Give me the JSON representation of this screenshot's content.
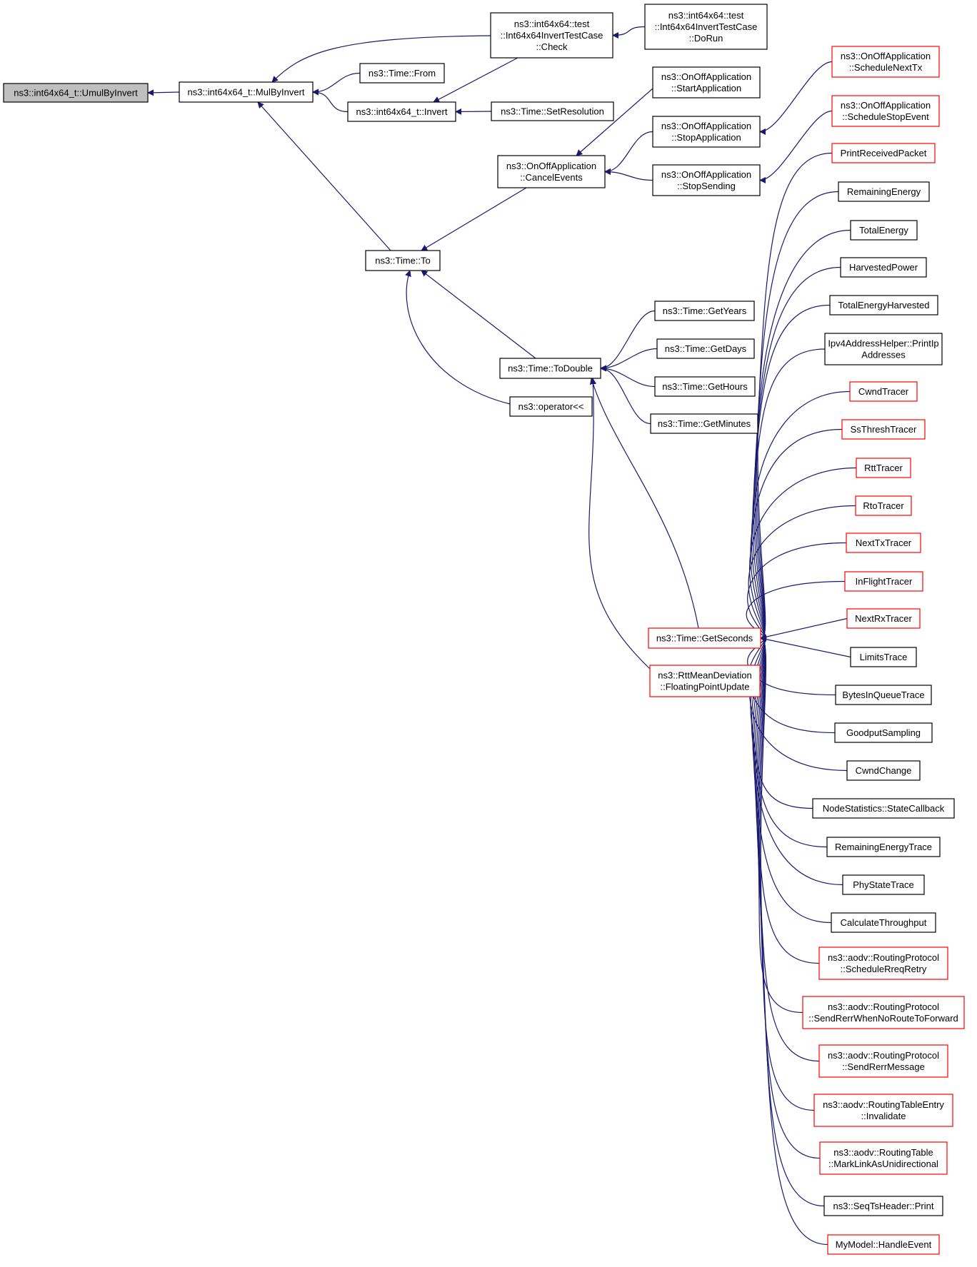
{
  "colors": {
    "edge": "#191970",
    "root_fill": "#bfbfbf",
    "normal_border": "#000000",
    "truncated_border": "#ff0000"
  },
  "nodes": [
    {
      "id": "root",
      "lines": [
        "ns3::int64x64_t::UmulByInvert"
      ],
      "style": "root"
    },
    {
      "id": "mulbyinvert",
      "lines": [
        "ns3::int64x64_t::MulByInvert"
      ],
      "style": "normal"
    },
    {
      "id": "check",
      "lines": [
        "ns3::int64x64::test",
        "::Int64x64InvertTestCase",
        "::Check"
      ],
      "style": "normal"
    },
    {
      "id": "dorun",
      "lines": [
        "ns3::int64x64::test",
        "::Int64x64InvertTestCase",
        "::DoRun"
      ],
      "style": "normal"
    },
    {
      "id": "from",
      "lines": [
        "ns3::Time::From"
      ],
      "style": "normal"
    },
    {
      "id": "invert",
      "lines": [
        "ns3::int64x64_t::Invert"
      ],
      "style": "normal"
    },
    {
      "id": "setres",
      "lines": [
        "ns3::Time::SetResolution"
      ],
      "style": "normal"
    },
    {
      "id": "startapp",
      "lines": [
        "ns3::OnOffApplication",
        "::StartApplication"
      ],
      "style": "normal"
    },
    {
      "id": "schednexttx",
      "lines": [
        "ns3::OnOffApplication",
        "::ScheduleNextTx"
      ],
      "style": "truncated"
    },
    {
      "id": "stopapp",
      "lines": [
        "ns3::OnOffApplication",
        "::StopApplication"
      ],
      "style": "normal"
    },
    {
      "id": "schedstop",
      "lines": [
        "ns3::OnOffApplication",
        "::ScheduleStopEvent"
      ],
      "style": "truncated"
    },
    {
      "id": "cancelevents",
      "lines": [
        "ns3::OnOffApplication",
        "::CancelEvents"
      ],
      "style": "normal"
    },
    {
      "id": "stopsending",
      "lines": [
        "ns3::OnOffApplication",
        "::StopSending"
      ],
      "style": "normal"
    },
    {
      "id": "to",
      "lines": [
        "ns3::Time::To"
      ],
      "style": "normal"
    },
    {
      "id": "getyears",
      "lines": [
        "ns3::Time::GetYears"
      ],
      "style": "normal"
    },
    {
      "id": "getdays",
      "lines": [
        "ns3::Time::GetDays"
      ],
      "style": "normal"
    },
    {
      "id": "todouble",
      "lines": [
        "ns3::Time::ToDouble"
      ],
      "style": "normal"
    },
    {
      "id": "gethours",
      "lines": [
        "ns3::Time::GetHours"
      ],
      "style": "normal"
    },
    {
      "id": "opout",
      "lines": [
        "ns3::operator<<"
      ],
      "style": "normal"
    },
    {
      "id": "getminutes",
      "lines": [
        "ns3::Time::GetMinutes"
      ],
      "style": "normal"
    },
    {
      "id": "getseconds",
      "lines": [
        "ns3::Time::GetSeconds"
      ],
      "style": "truncated"
    },
    {
      "id": "rttmean",
      "lines": [
        "ns3::RttMeanDeviation",
        "::FloatingPointUpdate"
      ],
      "style": "truncated"
    },
    {
      "id": "l0",
      "lines": [
        "PrintReceivedPacket"
      ],
      "style": "truncated"
    },
    {
      "id": "l1",
      "lines": [
        "RemainingEnergy"
      ],
      "style": "normal"
    },
    {
      "id": "l2",
      "lines": [
        "TotalEnergy"
      ],
      "style": "normal"
    },
    {
      "id": "l3",
      "lines": [
        "HarvestedPower"
      ],
      "style": "normal"
    },
    {
      "id": "l4",
      "lines": [
        "TotalEnergyHarvested"
      ],
      "style": "normal"
    },
    {
      "id": "l5",
      "lines": [
        "Ipv4AddressHelper::PrintIp",
        "Addresses"
      ],
      "style": "normal"
    },
    {
      "id": "l6",
      "lines": [
        "CwndTracer"
      ],
      "style": "truncated"
    },
    {
      "id": "l7",
      "lines": [
        "SsThreshTracer"
      ],
      "style": "truncated"
    },
    {
      "id": "l8",
      "lines": [
        "RttTracer"
      ],
      "style": "truncated"
    },
    {
      "id": "l9",
      "lines": [
        "RtoTracer"
      ],
      "style": "truncated"
    },
    {
      "id": "l10",
      "lines": [
        "NextTxTracer"
      ],
      "style": "truncated"
    },
    {
      "id": "l11",
      "lines": [
        "InFlightTracer"
      ],
      "style": "truncated"
    },
    {
      "id": "l12",
      "lines": [
        "NextRxTracer"
      ],
      "style": "truncated"
    },
    {
      "id": "l13",
      "lines": [
        "LimitsTrace"
      ],
      "style": "normal"
    },
    {
      "id": "l14",
      "lines": [
        "BytesInQueueTrace"
      ],
      "style": "normal"
    },
    {
      "id": "l15",
      "lines": [
        "GoodputSampling"
      ],
      "style": "normal"
    },
    {
      "id": "l16",
      "lines": [
        "CwndChange"
      ],
      "style": "normal"
    },
    {
      "id": "l17",
      "lines": [
        "NodeStatistics::StateCallback"
      ],
      "style": "normal"
    },
    {
      "id": "l18",
      "lines": [
        "RemainingEnergyTrace"
      ],
      "style": "normal"
    },
    {
      "id": "l19",
      "lines": [
        "PhyStateTrace"
      ],
      "style": "normal"
    },
    {
      "id": "l20",
      "lines": [
        "CalculateThroughput"
      ],
      "style": "normal"
    },
    {
      "id": "l21",
      "lines": [
        "ns3::aodv::RoutingProtocol",
        "::ScheduleRreqRetry"
      ],
      "style": "truncated"
    },
    {
      "id": "l22",
      "lines": [
        "ns3::aodv::RoutingProtocol",
        "::SendRerrWhenNoRouteToForward"
      ],
      "style": "truncated"
    },
    {
      "id": "l23",
      "lines": [
        "ns3::aodv::RoutingProtocol",
        "::SendRerrMessage"
      ],
      "style": "truncated"
    },
    {
      "id": "l24",
      "lines": [
        "ns3::aodv::RoutingTableEntry",
        "::Invalidate"
      ],
      "style": "truncated"
    },
    {
      "id": "l25",
      "lines": [
        "ns3::aodv::RoutingTable",
        "::MarkLinkAsUnidirectional"
      ],
      "style": "truncated"
    },
    {
      "id": "l26",
      "lines": [
        "ns3::SeqTsHeader::Print"
      ],
      "style": "normal"
    },
    {
      "id": "l27",
      "lines": [
        "MyModel::HandleEvent"
      ],
      "style": "truncated"
    }
  ]
}
